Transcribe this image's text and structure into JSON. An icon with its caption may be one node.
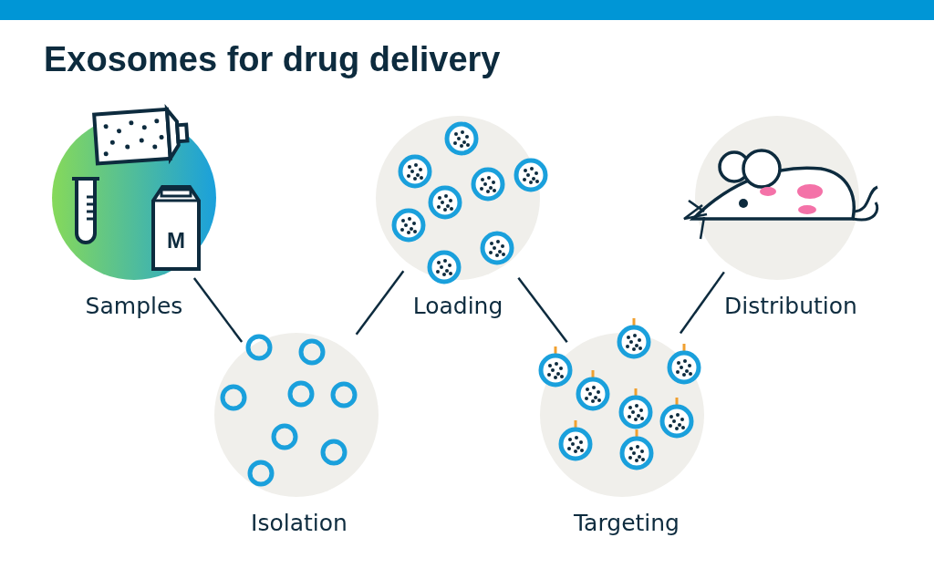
{
  "diagram": {
    "title": "Exosomes for drug delivery",
    "nodes": [
      {
        "text": [
          "Samples"
        ]
      },
      {
        "text": [
          "Isolation"
        ]
      },
      {
        "text": [
          "Loading"
        ]
      },
      {
        "text": [
          "Targeting"
        ]
      },
      {
        "text": [
          "Distribution"
        ]
      }
    ],
    "edges": [
      {
        "from": 0,
        "to": 1,
        "arrow": "none"
      },
      {
        "from": 1,
        "to": 2,
        "arrow": "none"
      },
      {
        "from": 2,
        "to": 3,
        "arrow": "none"
      },
      {
        "from": 3,
        "to": 4,
        "arrow": "none"
      }
    ],
    "labels": [
      "M"
    ]
  }
}
